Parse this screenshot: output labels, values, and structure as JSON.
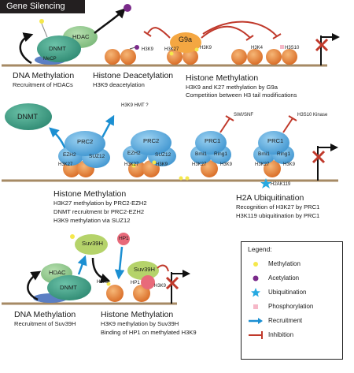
{
  "title": "Gene Silencing",
  "colors": {
    "dna": "#a68a64",
    "nucleosome": "#e8873a",
    "hdac": "#8fc48f",
    "dnmt": "#3e9e86",
    "prc": "#5aa9de",
    "g9a": "#f4a742",
    "hp1": "#e86a7a",
    "methyl": "#f5e84c",
    "acetyl": "#7a2a8a",
    "ubiquitin": "#27a9e1",
    "phospho": "#f6b8c8",
    "recruit_arrow": "#1b8fd2",
    "inhibition": "#c0392b"
  },
  "panel1": {
    "heading1": "DNA Methylation",
    "sub1": "Recruitment of HDACs",
    "heading2": "Histone Deacetylation",
    "sub2": "H3K9 deacetylation",
    "heading3": "Histone Methylation",
    "sub3a": "H3K9 and K27 methylation by G9a",
    "sub3b": "Competition between H3 tail modifications",
    "hdac": "HDAC",
    "dnmt": "DNMT",
    "mecp": "MeCP",
    "g9a": "G9a",
    "h3k27": "H3K27",
    "h3k9": "H3K9",
    "h3k9b": "H3K9",
    "h3k4": "H3K4",
    "h3s10": "H3S10"
  },
  "panel2": {
    "dnmt": "DNMT",
    "hmt": "H3K9 HMT ?",
    "prc2a": "PRC2",
    "ezh2a": "EZH2",
    "suz12a": "SUZ12",
    "h3k27a": "H3K27",
    "prc2b": "PRC2",
    "ezh2b": "EZH2",
    "suz12b": "SUZ12",
    "h3k27b": "H3K27",
    "h3k9b": "H3K9",
    "prc1a": "PRC1",
    "bmi1a": "Bmi1",
    "ring1a": "Ring1",
    "h3k27c": "H3K27",
    "h3k9c": "H3K9",
    "prc1b": "PRC1",
    "bmi1b": "Bmi1",
    "ring1b": "Ring1",
    "h3k27d": "H3K27",
    "h3k9d": "H3K9",
    "swisnf": "SWI/SNF",
    "kinase": "H3S10 Kinase",
    "h2ak119": "H2AK119",
    "heading1": "Histone Methylation",
    "sub1a": "H3K27 methylation by PRC2-EZH2",
    "sub1b": "DNMT recruitment br PRC2-EZH2",
    "sub1c": "H3K9 methylation via SUZ12",
    "heading2": "H2A Ubiquitination",
    "sub2a": "Recognition of H3K27 by PRC1",
    "sub2b": "H3K119 ubiquitination by PRC1"
  },
  "panel3": {
    "hdac": "HDAC",
    "dnmt": "DNMT",
    "suv39a": "Suv39H",
    "suv39b": "Suv39H",
    "hp1a": "HP1",
    "hp1b": "HP1",
    "h3k9a": "H3K9",
    "h3k9b": "H3K9",
    "heading1": "DNA Methylation",
    "sub1": "Recruitment of Suv39H",
    "heading2": "Histone Methylation",
    "sub2a": "H3K9 methylation by Suv39H",
    "sub2b": "Binding of HP1 on  methylated H3K9"
  },
  "legend": {
    "title": "Legend:",
    "items": [
      {
        "label": "Methylation",
        "icon": "methylation-dot"
      },
      {
        "label": "Acetylation",
        "icon": "acetylation-dot"
      },
      {
        "label": "Ubiquitination",
        "icon": "ubiquitination-star"
      },
      {
        "label": "Phosphorylation",
        "icon": "phosphorylation-square"
      },
      {
        "label": "Recruitment",
        "icon": "recruitment-arrow"
      },
      {
        "label": "Inhibition",
        "icon": "inhibition-bar"
      }
    ]
  }
}
